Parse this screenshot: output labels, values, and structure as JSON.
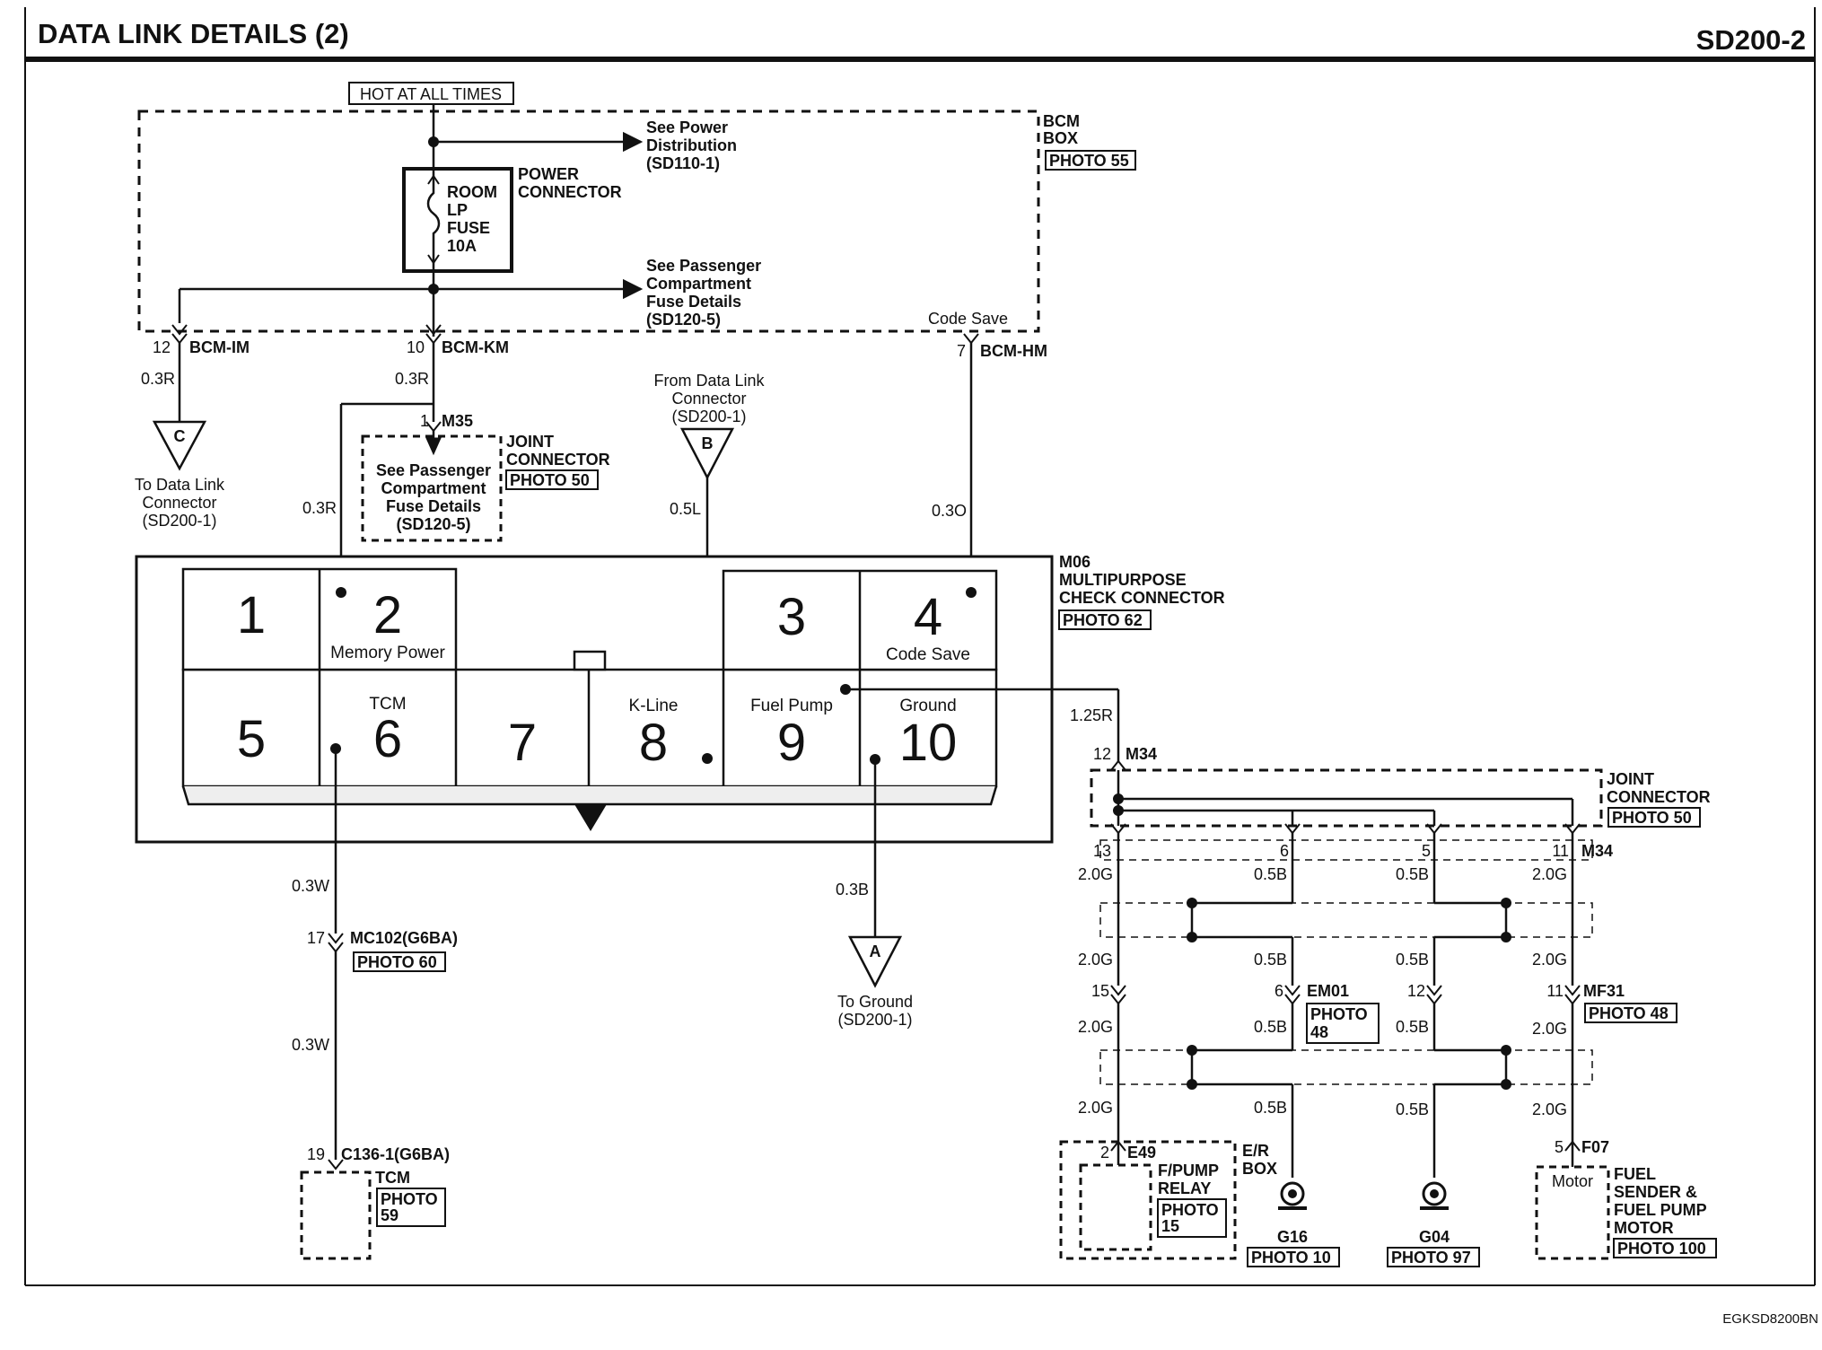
{
  "header": {
    "title": "DATA LINK DETAILS (2)",
    "page_code": "SD200-2"
  },
  "footer": {
    "drawing_code": "EGKSD8200BN"
  },
  "top": {
    "hot": "HOT AT ALL TIMES",
    "see_power": [
      "See Power",
      "Distribution",
      "(SD110-1)"
    ],
    "see_pass": [
      "See Passenger",
      "Compartment",
      "Fuse Details",
      "(SD120-5)"
    ],
    "bcm_box": [
      "BCM",
      "BOX"
    ],
    "bcm_photo": "PHOTO 55",
    "power_connector": [
      "POWER",
      "CONNECTOR"
    ],
    "fuse": [
      "ROOM",
      "LP",
      "FUSE",
      "10A"
    ],
    "code_save": "Code Save"
  },
  "bcm_pins": {
    "im": {
      "num": "12",
      "name": "BCM-IM",
      "wire": "0.3R"
    },
    "km": {
      "num": "10",
      "name": "BCM-KM",
      "wire": "0.3R"
    },
    "hm": {
      "num": "7",
      "name": "BCM-HM",
      "wire": "0.3O"
    }
  },
  "offpage": {
    "c": {
      "letter": "C",
      "text": [
        "To Data Link",
        "Connector",
        "(SD200-1)"
      ]
    },
    "b": {
      "letter": "B",
      "text": [
        "From Data Link",
        "Connector",
        "(SD200-1)"
      ],
      "wire": "0.5L"
    },
    "a": {
      "letter": "A",
      "text": [
        "To Ground",
        "(SD200-1)"
      ],
      "wire": "0.3B"
    }
  },
  "m35": {
    "pin": "1",
    "name": "M35",
    "wire": "0.3R",
    "see": [
      "See Passenger",
      "Compartment",
      "Fuse Details",
      "(SD120-5)"
    ],
    "label": [
      "JOINT",
      "CONNECTOR"
    ],
    "photo": "PHOTO 50"
  },
  "m06": {
    "label": [
      "M06",
      "MULTIPURPOSE",
      "CHECK CONNECTOR"
    ],
    "photo": "PHOTO 62",
    "pins": [
      {
        "num": "1",
        "name": ""
      },
      {
        "num": "2",
        "name": "Memory Power"
      },
      {
        "num": "3",
        "name": ""
      },
      {
        "num": "4",
        "name": "Code Save"
      },
      {
        "num": "5",
        "name": ""
      },
      {
        "num": "6",
        "name": "TCM"
      },
      {
        "num": "7",
        "name": ""
      },
      {
        "num": "8",
        "name": "K-Line"
      },
      {
        "num": "9",
        "name": "Fuel Pump"
      },
      {
        "num": "10",
        "name": "Ground"
      }
    ]
  },
  "tcm": {
    "wire1": "0.3W",
    "wire2": "0.3W",
    "mc102": {
      "num": "17",
      "name": "MC102(G6BA)",
      "photo": "PHOTO 60"
    },
    "c136": {
      "num": "19",
      "name": "C136-1(G6BA)"
    },
    "label": "TCM",
    "photo": [
      "PHOTO",
      "59"
    ]
  },
  "right": {
    "fuel_pump_wire": "1.25R",
    "m34_top": {
      "num": "12",
      "name": "M34"
    },
    "joint": [
      "JOINT",
      "CONNECTOR"
    ],
    "joint_photo": "PHOTO 50",
    "m34_pins": [
      "13",
      "6",
      "5",
      "11"
    ],
    "m34_name": "M34",
    "w20g": "2.0G",
    "w05b": "0.5B",
    "em01": {
      "num": "6",
      "name": "EM01",
      "photo": [
        "PHOTO",
        "48"
      ]
    },
    "pin15": "15",
    "pin12": "12",
    "mf31": {
      "num": "11",
      "name": "MF31",
      "photo": "PHOTO 48"
    },
    "e49": {
      "num": "2",
      "name": "E49"
    },
    "relay": [
      "F/PUMP",
      "RELAY"
    ],
    "relay_photo": [
      "PHOTO",
      "15"
    ],
    "er_box": [
      "E/R",
      "BOX"
    ],
    "g16": {
      "name": "G16",
      "photo": "PHOTO 10"
    },
    "g04": {
      "name": "G04",
      "photo": "PHOTO 97"
    },
    "f07": {
      "num": "5",
      "name": "F07",
      "pin_name": "Motor"
    },
    "fuel_sender": [
      "FUEL",
      "SENDER &",
      "FUEL PUMP",
      "MOTOR"
    ],
    "fuel_photo": "PHOTO 100"
  }
}
